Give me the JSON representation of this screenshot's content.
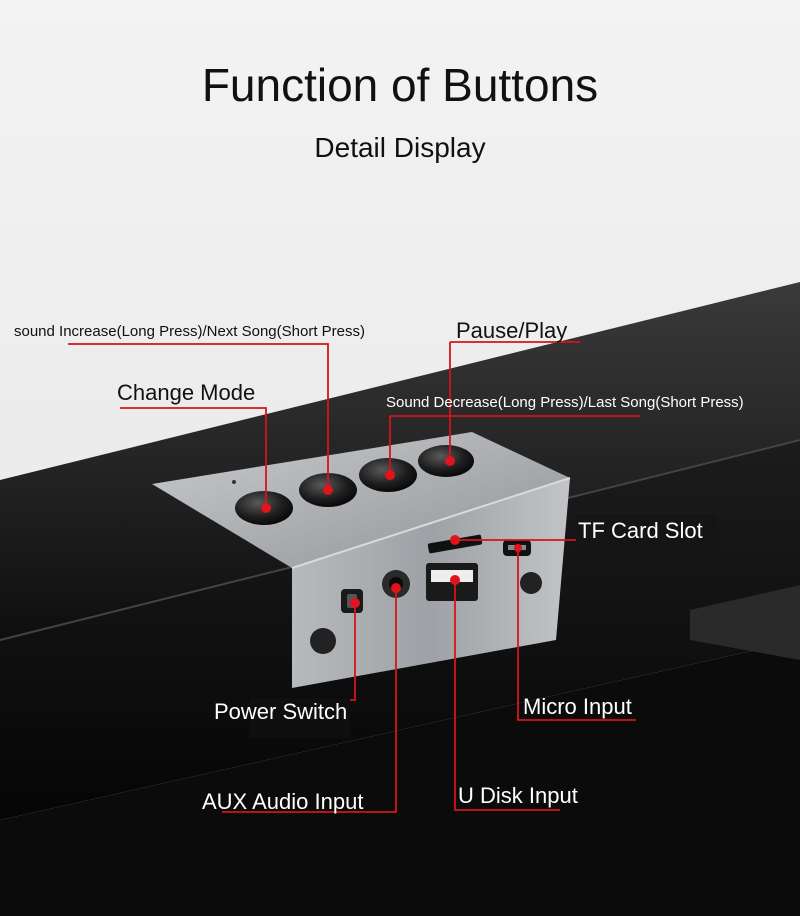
{
  "header": {
    "title": "Function of Buttons",
    "subtitle": "Detail Display"
  },
  "colors": {
    "leader_line": "#d4141c",
    "marker_dot": "#e0141c",
    "soundbar_body": "#141414",
    "control_panel": "#a9acb0"
  },
  "labels": {
    "volume_up_next": "sound Increase(Long Press)/Next Song(Short Press)",
    "pause_play": "Pause/Play",
    "change_mode": "Change Mode",
    "volume_down_last": "Sound Decrease(Long Press)/Last Song(Short Press)",
    "tf_card_slot": "TF Card Slot",
    "power_switch": "Power Switch",
    "micro_input": "Micro Input",
    "aux_audio_input": "AUX Audio Input",
    "u_disk_input": "U Disk Input"
  }
}
